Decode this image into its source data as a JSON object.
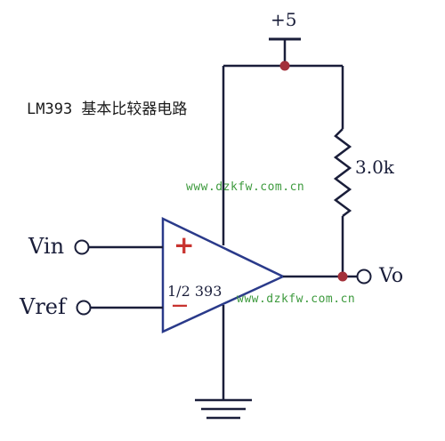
{
  "title": "LM393 基本比较器电路",
  "supply_label": "+5",
  "resistor_label": "3.0k",
  "input_label": "Vin",
  "reference_label": "Vref",
  "output_label": "Vo",
  "opamp_label": "1/2 393",
  "plus_sign": "+",
  "minus_sign": "—",
  "watermark": "www.dzkfw.com.cn",
  "colors": {
    "wire": "#1a1e3a",
    "opamp_outline": "#2a3a8a",
    "junction": "#a3303a",
    "sign": "#c8332f",
    "watermark": "#3d9a3d"
  }
}
